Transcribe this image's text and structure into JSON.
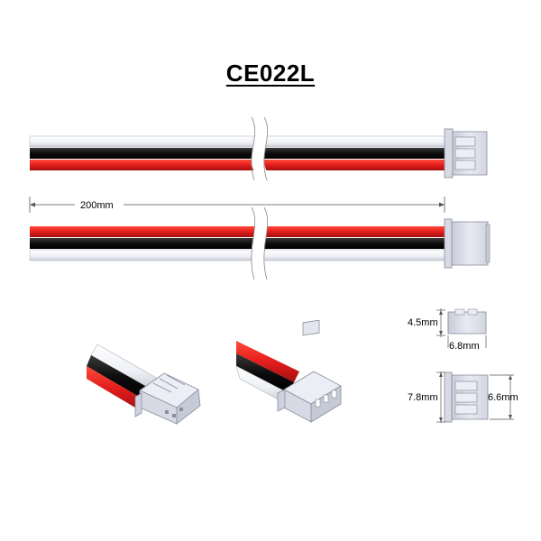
{
  "title": "CE022L",
  "dimensions": {
    "length": "200mm",
    "top_height": "4.5mm",
    "top_width": "6.8mm",
    "front_height": "7.8mm",
    "front_inner_height": "6.6mm"
  },
  "colors": {
    "wire_white": "#f2f3f7",
    "wire_black": "#111111",
    "wire_red": "#e41d1d",
    "connector": "#dfe1ec",
    "connector_outline": "#8a8d9c"
  }
}
